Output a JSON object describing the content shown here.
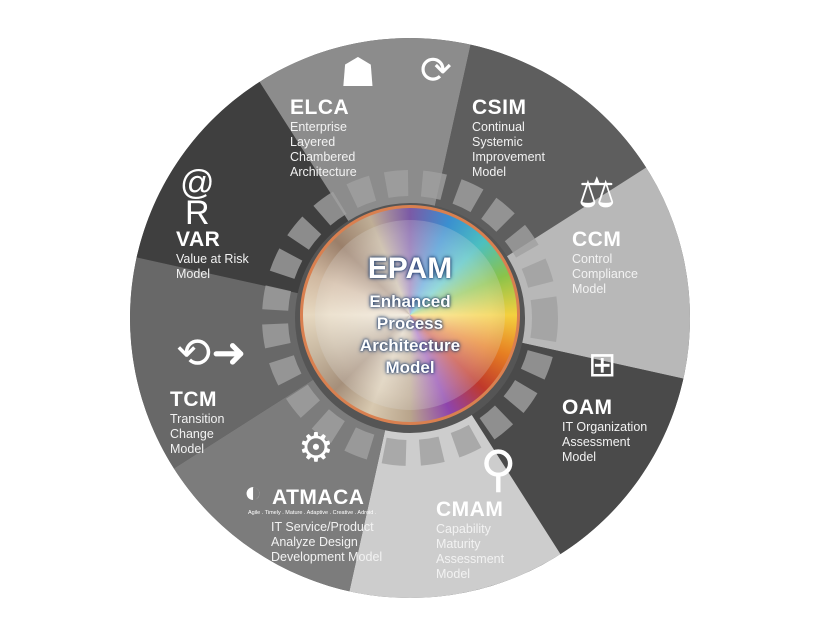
{
  "center": {
    "title": "EPAM",
    "subtitle_lines": [
      "Enhanced",
      "Process",
      "Architecture",
      "Model"
    ]
  },
  "segments": [
    {
      "key": "elca",
      "title": "ELCA",
      "lines": [
        "Enterprise",
        "Layered",
        "Chambered",
        "Architecture"
      ],
      "icon": "head-puzzle-icon",
      "color": "#8c8c8c"
    },
    {
      "key": "csim",
      "title": "CSIM",
      "lines": [
        "Continual",
        "Systemic",
        "Improvement",
        "Model"
      ],
      "icon": "cycle-arrows-icon",
      "color": "#5e5e5e"
    },
    {
      "key": "ccm",
      "title": "CCM",
      "lines": [
        "Control",
        "Compliance",
        "Model"
      ],
      "icon": "scales-icon",
      "color": "#b8b8b8"
    },
    {
      "key": "oam",
      "title": "OAM",
      "lines": [
        "IT Organization",
        "Assessment",
        "Model"
      ],
      "icon": "org-chart-icon",
      "color": "#4a4a4a"
    },
    {
      "key": "cmam",
      "title": "CMAM",
      "lines": [
        "Capability",
        "Maturity",
        "Assessment",
        "Model"
      ],
      "icon": "magnifier-icon",
      "color": "#cdcdcd"
    },
    {
      "key": "atmaca",
      "title": "ATMACA",
      "tagline": "Agile . Timely . Mature . Adaptive . Creative . Adroid .",
      "lines": [
        "IT Service/Product",
        "Analyze Design",
        "Development Model"
      ],
      "icon": "eagle-gear-icon",
      "color": "#7c7c7c"
    },
    {
      "key": "tcm",
      "title": "TCM",
      "lines": [
        "Transition",
        "Change",
        "Model"
      ],
      "icon": "transition-arrow-icon",
      "color": "#686868"
    },
    {
      "key": "var",
      "title": "VAR",
      "lines": [
        "Value at Risk",
        "Model"
      ],
      "icon": "at-r-diamond-icon",
      "color": "#3f3f3f"
    }
  ]
}
